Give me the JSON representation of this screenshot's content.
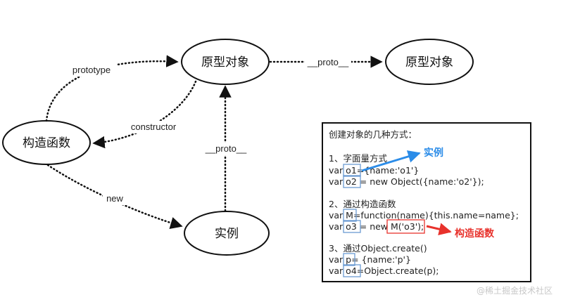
{
  "nodes": {
    "prototype_object_left": "原型对象",
    "prototype_object_right": "原型对象",
    "constructor_fn": "构造函数",
    "instance": "实例"
  },
  "edges": {
    "prototype": "prototype",
    "constructor": "constructor",
    "new": "new",
    "proto_top": "__proto__",
    "proto_vertical": "__proto__"
  },
  "code_box": {
    "title": "创建对象的几种方式：",
    "section1": "1、字面量方式",
    "line1a": "var o1={name:'o1'}",
    "line1b": "var o2 = new Object({name:'o2'});",
    "section2": "2、通过构造函数",
    "line2a": "var M=function(name){this.name=name};",
    "line2b": "var o3 = new M('o3');",
    "section3": "3、通过Object.create()",
    "line3a": "var p= {name:'p'}",
    "line3b": "var o4=Object.create(p);"
  },
  "annotations": {
    "instance_note": "实例",
    "constructor_note": "构造函数"
  },
  "watermark": "@稀土掘金技术社区",
  "colors": {
    "stroke": "#111111",
    "box_highlight": "#6b9bd2",
    "red_highlight": "#e8322c",
    "blue_arrow": "#2b8ce8"
  }
}
